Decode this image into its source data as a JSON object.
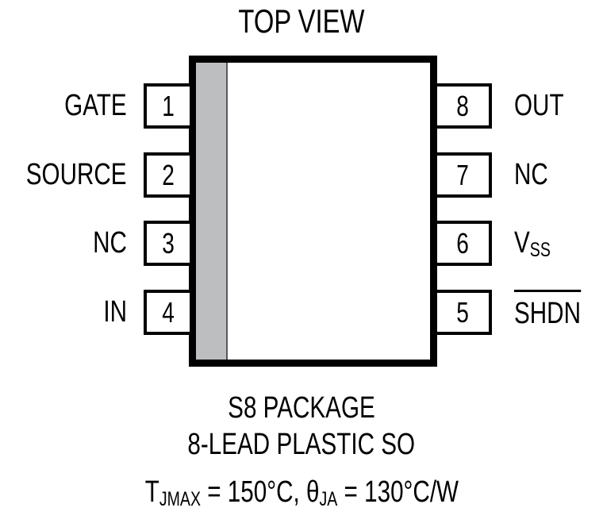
{
  "title": "TOP VIEW",
  "package": {
    "stripe_color": "#BCBEC0",
    "border_color": "#000000",
    "body_color": "#FFFFFF"
  },
  "pins": {
    "left": [
      {
        "number": "1",
        "label": "GATE"
      },
      {
        "number": "2",
        "label": "SOURCE"
      },
      {
        "number": "3",
        "label": "NC"
      },
      {
        "number": "4",
        "label": "IN"
      }
    ],
    "right": [
      {
        "number": "8",
        "label": "OUT"
      },
      {
        "number": "7",
        "label": "NC"
      },
      {
        "number": "6",
        "label_base": "V",
        "label_sub": "SS"
      },
      {
        "number": "5",
        "label": "SHDN",
        "overline": true
      }
    ]
  },
  "caption": {
    "package_name": "S8 PACKAGE",
    "lead_description": "8-LEAD PLASTIC SO",
    "thermal": {
      "tj_symbol": "T",
      "tj_sub": "JMAX",
      "tj_value": " = 150°C, ",
      "theta_symbol": "θ",
      "theta_sub": "JA",
      "theta_value": " = 130°C/W"
    }
  }
}
